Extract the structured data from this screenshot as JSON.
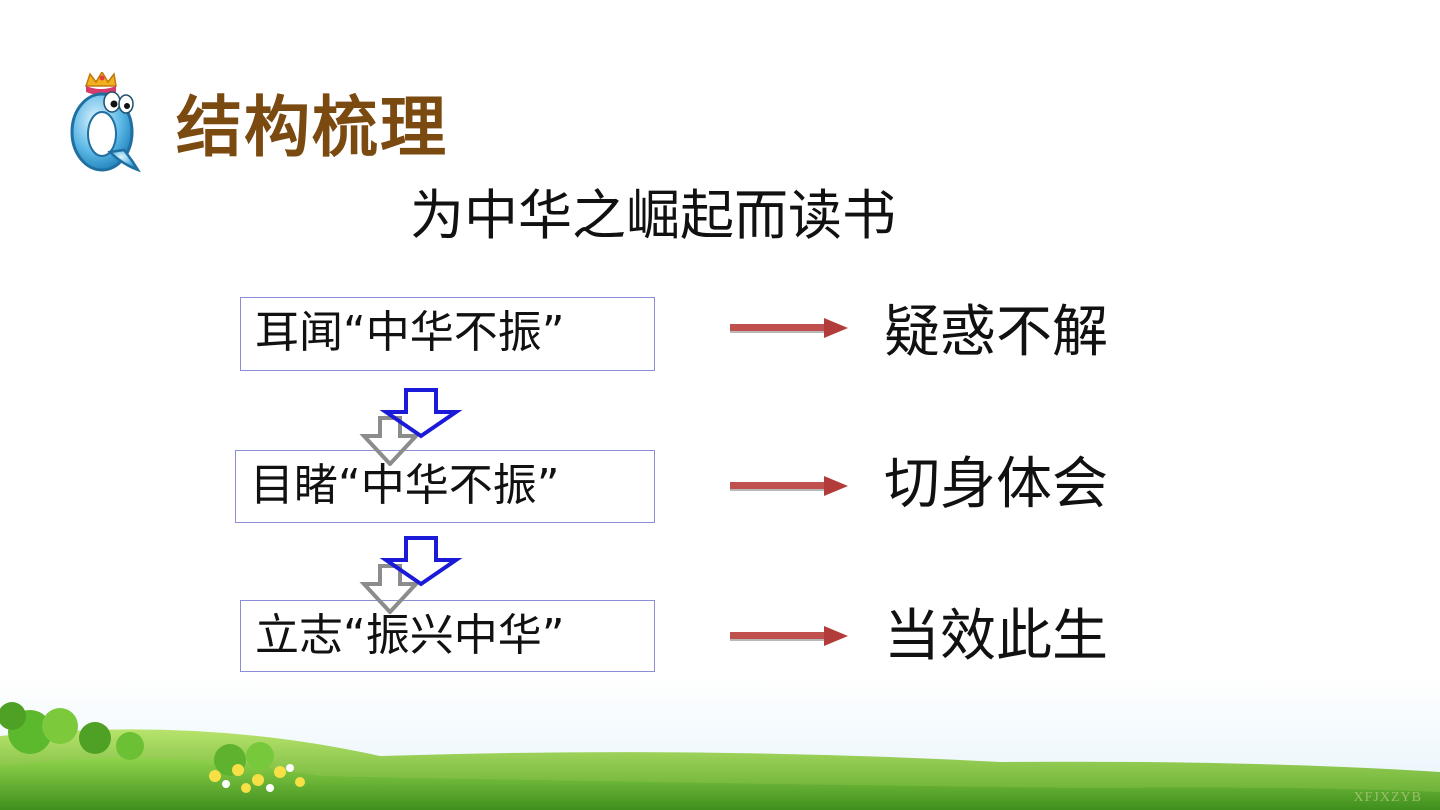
{
  "section_title": "结构梳理",
  "main_title": "为中华之崛起而读书",
  "flow": [
    {
      "box": "耳闻“中华不振”",
      "result": "疑惑不解"
    },
    {
      "box": "目睹“中华不振”",
      "result": "切身体会"
    },
    {
      "box": "立志“振兴中华”",
      "result": "当效此生"
    }
  ],
  "watermark": "XFJXZYB",
  "colors": {
    "title_brown": "#7a4a10",
    "box_border": "#8a8ed4",
    "arrow_red": "#c0504d",
    "down_arrow_blue": "#1a1ad8",
    "down_arrow_gray": "#8c8c8c",
    "grass_green": "#5aa52a"
  },
  "icons": {
    "logo": "q-mascot-icon"
  }
}
